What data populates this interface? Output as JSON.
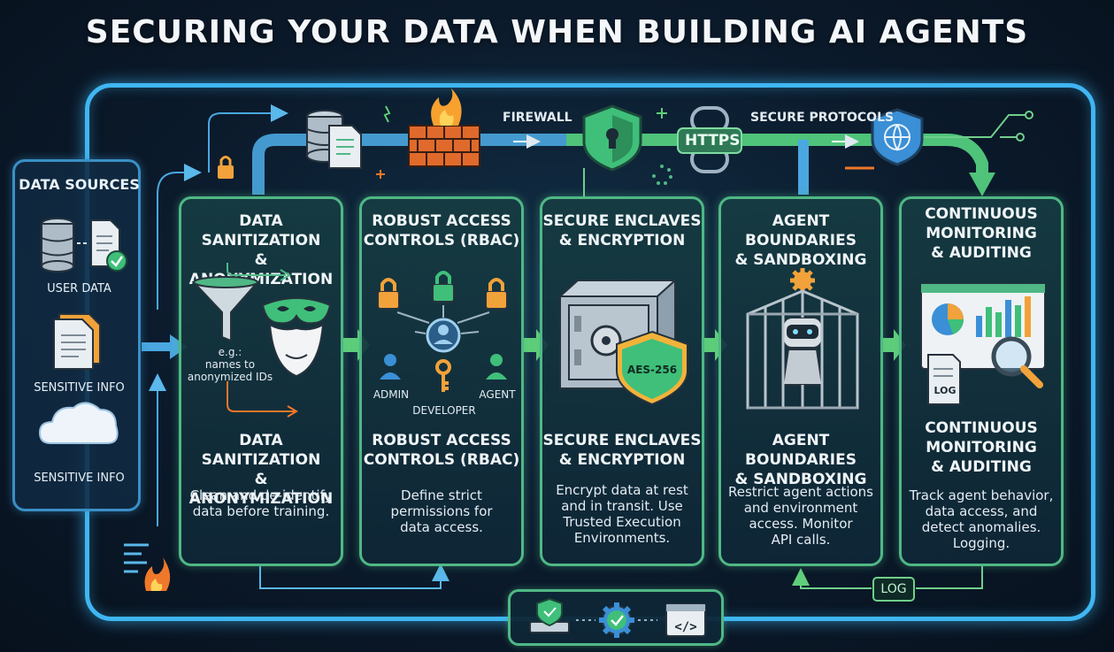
{
  "title": "SECURING YOUR DATA WHEN BUILDING AI AGENTS",
  "top_labels": {
    "firewall": "FIREWALL",
    "https": "HTTPS",
    "secure_protocols": "SECURE PROTOCOLS"
  },
  "data_sources": {
    "title": "DATA SOURCES",
    "items": [
      {
        "label": "USER DATA",
        "icon": "database-icon"
      },
      {
        "label": "SENSITIVE INFO",
        "icon": "document-icon"
      },
      {
        "label": "SENSITIVE INFO",
        "icon": "cloud-icon"
      }
    ]
  },
  "stages": [
    {
      "title_top": "DATA SANITIZATION\n& ANONYMIZATION",
      "title_bottom": "DATA SANITIZATION\n& ANONYMIZATION",
      "description": "Clean and de-identify\ndata before training.",
      "icon_note": "e.g.:\nnames to\nanonymized IDs"
    },
    {
      "title_top": "ROBUST ACCESS\nCONTROLS (RBAC)",
      "title_bottom": "ROBUST ACCESS\nCONTROLS (RBAC)",
      "description": "Define strict\npermissions for\ndata access.",
      "roles": [
        "ADMIN",
        "DEVELOPER",
        "AGENT"
      ]
    },
    {
      "title_top": "SECURE ENCLAVES\n& ENCRYPTION",
      "title_bottom": "SECURE ENCLAVES\n& ENCRYPTION",
      "description": "Encrypt data at rest\nand in transit. Use\nTrusted Execution\nEnvironments.",
      "shield_label": "AES-256"
    },
    {
      "title_top": "AGENT BOUNDARIES\n& SANDBOXING",
      "title_bottom": "AGENT BOUNDARIES\n& SANDBOXING",
      "description": "Restrict agent actions\nand environment\naccess. Monitor\nAPI calls."
    },
    {
      "title_top": "CONTINUOUS\nMONITORING\n& AUDITING",
      "title_bottom": "CONTINUOUS\nMONITORING\n& AUDITING",
      "description": "Track agent behavior,\ndata access, and\ndetect anomalies.\nLogging.",
      "log_label": "LOG"
    }
  ],
  "bottom_log_label": "LOG",
  "colors": {
    "frame_blue": "#3fb6f2",
    "stage_green": "#4fb885",
    "arrow_green": "#5fcf7a",
    "fire_orange": "#f0782a",
    "lock_orange": "#f2a23a",
    "shield_green": "#3fbf7a"
  }
}
